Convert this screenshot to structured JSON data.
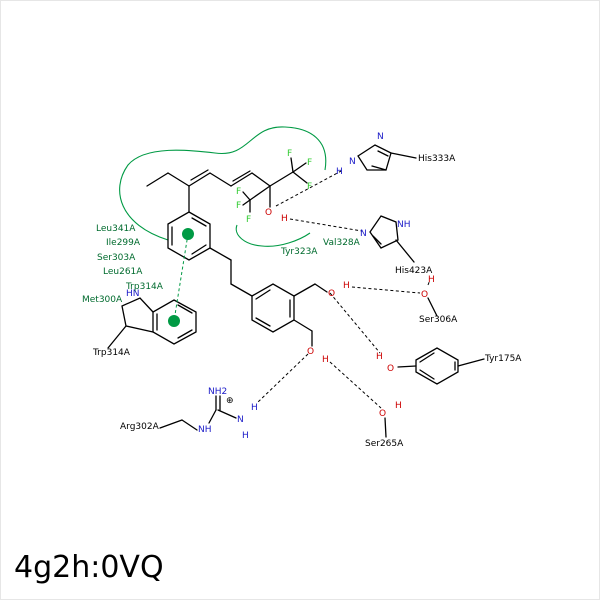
{
  "title": "4g2h:0VQ",
  "residues": {
    "his333": "His333A",
    "his423": "His423A",
    "val328": "Val328A",
    "tyr323": "Tyr323A",
    "ser306": "Ser306A",
    "tyr175": "Tyr175A",
    "ser265": "Ser265A",
    "arg302": "Arg302A",
    "trp314_label": "Trp314A",
    "trp314_hydro": "Trp314A",
    "leu341": "Leu341A",
    "ile299": "Ile299A",
    "ser303": "Ser303A",
    "leu261": "Leu261A",
    "met300": "Met300A"
  },
  "atoms": {
    "F": "F",
    "O": "O",
    "H": "H",
    "N": "N",
    "NH": "NH",
    "HN": "HN",
    "NH2": "NH2",
    "plus": "⊕"
  },
  "colors": {
    "nitrogen": "#1a1ac8",
    "oxygen": "#cc0000",
    "fluorine": "#33cc33",
    "hydrophobic": "#009a44",
    "bond": "#000000"
  }
}
